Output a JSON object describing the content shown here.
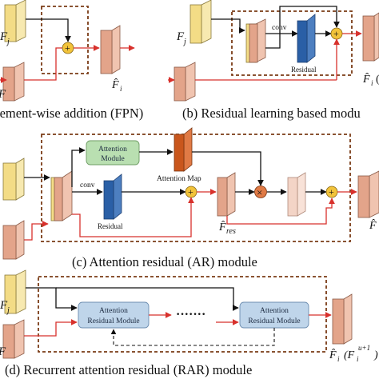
{
  "captions": {
    "a": "lement-wise addition (FPN)",
    "b": "(b) Residual learning based modu",
    "c": "(c) Attention residual (AR) module",
    "d": "(d) Recurrent attention residual (RAR) module"
  },
  "labels": {
    "fj": "F",
    "fj_sub": "j",
    "fi": "F",
    "fi_sub": "i",
    "fi_hat": "F̂",
    "fi_hat_sub": "i",
    "fi_hat_paren": "(",
    "fres": "F̂",
    "fres_sub": "res",
    "conv": "conv",
    "residual": "Residual",
    "attention_module_line1": "Attention",
    "attention_module_line2": "Module",
    "attention_map": "Attention Map",
    "arm_line1": "Attention",
    "arm_line2": "Residual Module",
    "ellipsis": "·······",
    "fi_sup": "u+1",
    "fi_d_paren": "(F",
    "fi_d_close": ")",
    "plus_symbol": "+",
    "times_symbol": "×"
  },
  "colors": {
    "yellow": "#f3dc86",
    "salmon": "#e3a48a",
    "blue": "#2a5fa6",
    "orange": "#c9561c",
    "green": "#b9dfb1",
    "lightblue": "#bfd5ea",
    "red_line": "#d8312c",
    "dashed_frame": "#7a3b16",
    "plus_fill": "#f2c33a"
  }
}
